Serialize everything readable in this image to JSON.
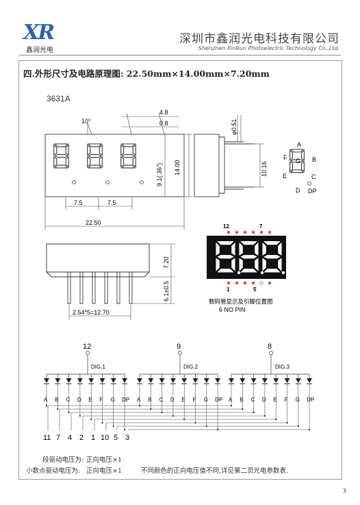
{
  "header": {
    "logo_text": "XR",
    "logo_cn": "鑫润光电",
    "company_cn": "深圳市鑫润光电科技有限公司",
    "company_en": "Shenzhen XinRun Photoelectric Technology Co.,Ltd."
  },
  "section": {
    "title": "四.外形尺寸及电路原理图: 22.50mm×14.00mm×7.20mm",
    "model": "3631A"
  },
  "dims": {
    "angle": "10°",
    "d48": "4.8",
    "d08": "0.8",
    "d91": "9.1(.36\")",
    "d1400": "14.00",
    "d75a": "7.5",
    "d75b": "7.5",
    "d2250": "22.50",
    "d051": "φ0.51",
    "d1016": "10.16",
    "d720": "7.20",
    "d61": "6.1±0.5",
    "pitch": "2.54*5=12.70"
  },
  "segments": {
    "a": "A",
    "b": "B",
    "c": "C",
    "d": "D",
    "e": "E",
    "f": "F",
    "g": "G",
    "dp": "DP"
  },
  "pin_view": {
    "top_left": "12",
    "top_right": "7",
    "bottom_left": "1",
    "bottom_right": "5",
    "caption": "数码管显示及引脚位置图",
    "no_pin": "6 NO PIN"
  },
  "circuit": {
    "digits": [
      {
        "pin": "12",
        "label": "DIG.1"
      },
      {
        "pin": "9",
        "label": "DIG.2"
      },
      {
        "pin": "8",
        "label": "DIG.3"
      }
    ],
    "seg_labels": [
      "A",
      "B",
      "C",
      "D",
      "E",
      "F",
      "G",
      "DP"
    ],
    "bottom_pins": [
      "11",
      "7",
      "4",
      "2",
      "1",
      "10",
      "5",
      "3"
    ]
  },
  "notes": {
    "line1_label": "段驱动电压为:",
    "line1_value": "正向电压×1",
    "line2_label": "小数点驱动电压为:",
    "line2_value": "正向电压×1",
    "line2_extra": "不同颜色的正向电压值不同,详见第二页光电参数表."
  },
  "page_number": "3"
}
